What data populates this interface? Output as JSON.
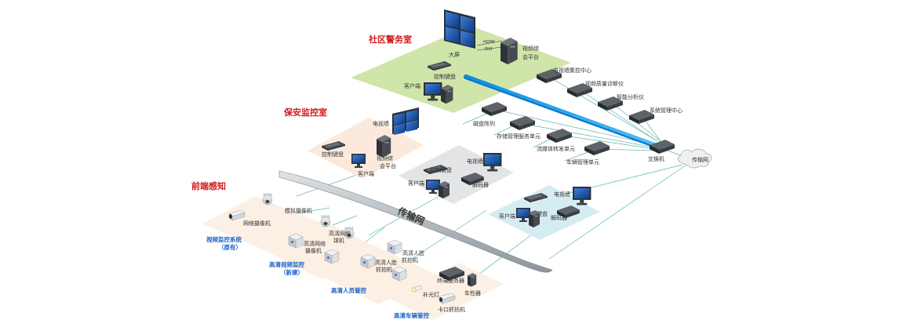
{
  "sections": {
    "community_room": "社区警务室",
    "security_room": "保安监控室",
    "front_end": "前端感知"
  },
  "community": {
    "big_screen": "大屏",
    "hdmi": "HDMI",
    "dvi": "DVI",
    "video_platform": "视频综\n会平台",
    "keyboard": "控制键盘",
    "client": "客户端"
  },
  "center_devices": {
    "video_wall_center": "电视墙集控中心",
    "quality_diagnosis": "视频质量诊断仪",
    "smart_analyzer": "智能分析仪",
    "system_mgmt": "系统管理中心",
    "disk_array": "磁盘阵列",
    "storage_mgmt": "存储管理服务单元",
    "stream_forward": "流媒体转发单元",
    "vehicle_mgmt": "车辆管理单元",
    "switch": "交换机",
    "transport_net_cloud": "传输网"
  },
  "security": {
    "tv_wall": "电视墙",
    "keyboard": "控制键盘",
    "video_platform": "视频综\n会平台",
    "client": "客户端"
  },
  "decode_a": {
    "tv_wall": "电视墙",
    "keyboard": "控制键盘",
    "client": "客户端",
    "decoder": "解码器"
  },
  "decode_b": {
    "tv_wall": "电视墙",
    "keyboard": "控制键盘",
    "client": "客户端",
    "decoder": "解码器"
  },
  "transport_net": "传输网",
  "front": {
    "analog_camera": "模拟摄像机",
    "network_camera": "网络摄像机",
    "hd_dome": "高清网络\n球机",
    "hd_camera": "高清网络\n摄像机",
    "face_capture_1": "高清人脸\n抓拍机",
    "face_capture_2": "高清人脸\n抓拍机",
    "terminal_server": "终端服务器",
    "vehicle_detector": "车检器",
    "fill_light": "补光灯",
    "checkpoint_capture": "卡口抓拍机"
  },
  "groups": {
    "video_monitor": "视频监控系统\n（原有）",
    "hd_video_monitor": "高清视频监控\n（新建）",
    "hd_personnel": "高清人员管控",
    "hd_vehicle": "高清车辆管控"
  }
}
